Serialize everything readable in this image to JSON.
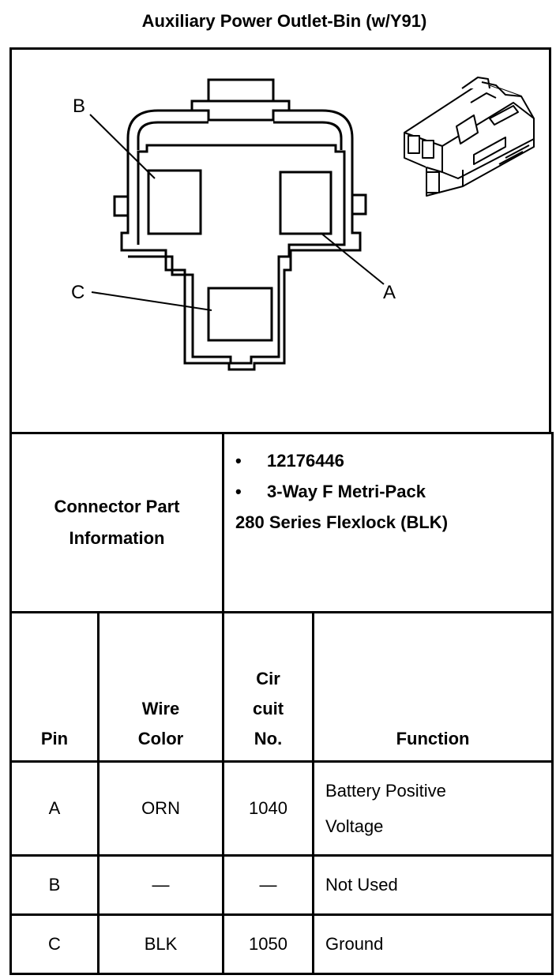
{
  "title": "Auxiliary Power Outlet-Bin (w/Y91)",
  "diagram": {
    "callouts": [
      "B",
      "C",
      "A"
    ]
  },
  "connector_info": {
    "label_line1": "Connector Part",
    "label_line2": "Information",
    "bullet": "•",
    "part_number": "12176446",
    "description_line1": "3-Way F Metri-Pack",
    "description_line2": "280 Series Flexlock (BLK)"
  },
  "table": {
    "headers": {
      "pin": "Pin",
      "wire_color_line1": "Wire",
      "wire_color_line2": "Color",
      "circuit_line1": "Cir",
      "circuit_line2": "cuit",
      "circuit_line3": "No.",
      "function": "Function"
    },
    "rows": [
      {
        "pin": "A",
        "wire_color": "ORN",
        "circuit": "1040",
        "function_line1": "Battery Positive",
        "function_line2": "Voltage"
      },
      {
        "pin": "B",
        "wire_color": "—",
        "circuit": "—",
        "function_line1": "Not Used",
        "function_line2": ""
      },
      {
        "pin": "C",
        "wire_color": "BLK",
        "circuit": "1050",
        "function_line1": "Ground",
        "function_line2": ""
      }
    ]
  }
}
